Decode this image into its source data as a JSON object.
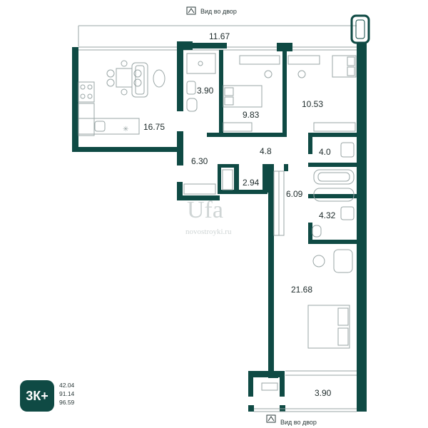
{
  "view_labels": {
    "top": "Вид во двор",
    "bottom": "Вид во двор"
  },
  "rooms": {
    "balcony_top": "11.67",
    "kitchen_living": "16.75",
    "bathroom_1": "3.90",
    "bedroom_1": "9.83",
    "bedroom_2": "10.53",
    "hall": "6.30",
    "corridor": "4.8",
    "bathroom_2": "4.0",
    "storage": "2.94",
    "corridor_2": "6.09",
    "bathroom_3": "4.32",
    "bedroom_master": "21.68",
    "balcony_bottom": "3.90"
  },
  "apartment": {
    "type_badge": "3К+",
    "totals": [
      "42.04",
      "91.14",
      "96.59"
    ]
  },
  "watermark": {
    "main": "Ufa",
    "sub": "novostroyki.ru"
  },
  "colors": {
    "wall": "#0f4a44",
    "furniture": "#9aa6a6",
    "text": "#1d2a2a"
  },
  "icons": [
    "view-icon",
    "bathtub-icon",
    "bed-icon",
    "sofa-icon",
    "dining-table-icon",
    "stove-icon",
    "toilet-icon",
    "sink-icon",
    "desk-icon",
    "radiator-icon",
    "wardrobe-icon"
  ]
}
